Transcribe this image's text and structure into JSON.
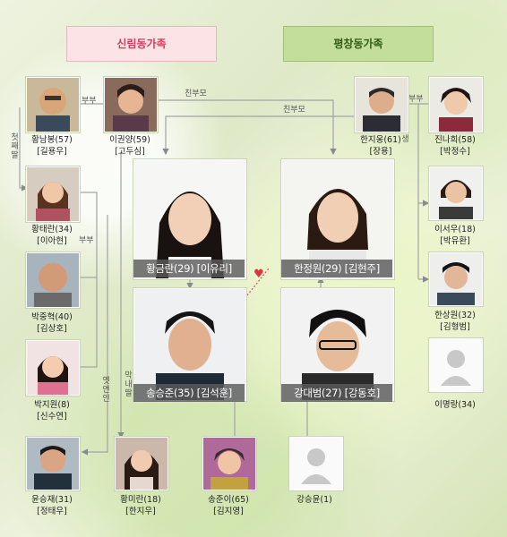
{
  "families": {
    "left": "신림동가족",
    "right": "평창동가족"
  },
  "people": {
    "hwang_nambong": {
      "name": "황남봉(57)",
      "actor": "[길용우]"
    },
    "lee_gwonyang": {
      "name": "이권양(59)",
      "actor": "[고두심]"
    },
    "hwang_taeran": {
      "name": "황태란(34)",
      "actor": "[이아현]"
    },
    "park_junghyeok": {
      "name": "박중혁(40)",
      "actor": "[김상호]"
    },
    "park_jiwon": {
      "name": "박지원(8)",
      "actor": "[신수연]"
    },
    "yun_seungjae": {
      "name": "윤승재(31)",
      "actor": "[정태우]"
    },
    "hwang_miran": {
      "name": "황미란(18)",
      "actor": "[한지우]"
    },
    "song_junyi": {
      "name": "송준이(65)",
      "actor": "[김지영]"
    },
    "hwang_geumran": {
      "label": "황금란(29) [이유리]"
    },
    "song_seungjun": {
      "label": "송승준(35) [김석훈]"
    },
    "han_jeongwon": {
      "label": "한정원(29) [김현주]"
    },
    "kang_daebeom": {
      "label": "강대범(27) [강동호]"
    },
    "kang_seungyun": {
      "name": "강승윤(1)"
    },
    "han_jiung": {
      "name": "한지웅(61)",
      "actor": "[장용]"
    },
    "jin_nahui": {
      "name": "진나희(58)",
      "actor": "[박정수]"
    },
    "lee_seowoo": {
      "name": "이서우(18)",
      "actor": "[박유환]"
    },
    "han_sangwon": {
      "name": "한상원(32)",
      "actor": "[김형범]"
    },
    "lee_myeongrang": {
      "name": "이명랑(34)"
    }
  },
  "relations": {
    "bubu_left": "부부",
    "bubu_right": "부부",
    "bubu_taeran": "부부",
    "cheonbumo_top": "친부모",
    "cheonbumo_mid": "친부모",
    "first_daughter": "첫째딸",
    "ibokdongsaeng": "이복동생",
    "yeonin": "옛연인",
    "mangnaettal": "막내딸"
  },
  "colors": {
    "left_header_bg": "#fbe3e6",
    "left_header_text": "#d43a5a",
    "right_header_bg": "#c2de9a",
    "right_header_text": "#2f5a12",
    "line": "#9a9a9a",
    "heart": "#e0343a"
  },
  "icons": {
    "heart": "heart-icon",
    "placeholder": "person-silhouette-icon"
  }
}
